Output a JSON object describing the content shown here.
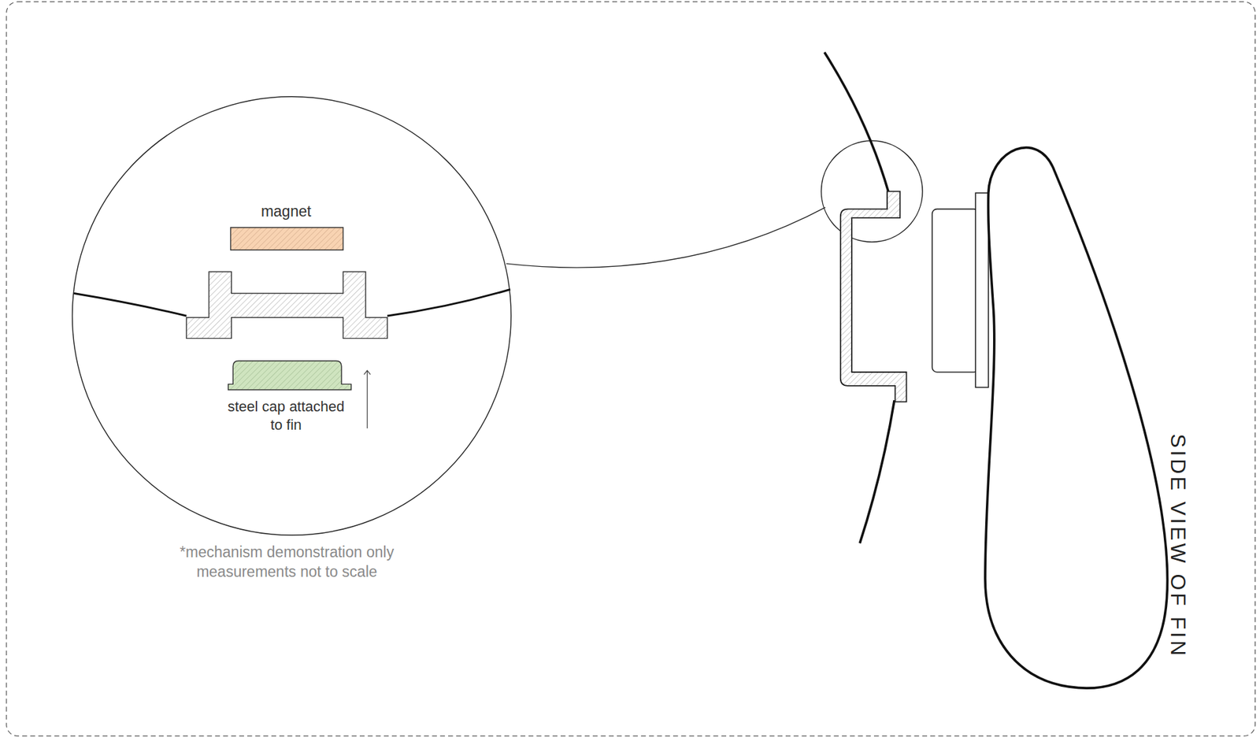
{
  "diagram": {
    "labels": [
      "magnet",
      "steel cap attached to fin",
      "*mechanism demonstration only measurements not to scale",
      "SIDE VIEW OF FIN"
    ]
  }
}
